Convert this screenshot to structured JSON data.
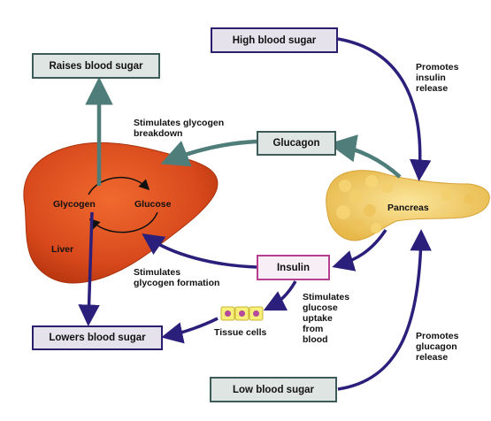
{
  "boxes": {
    "high_blood_sugar": "High blood sugar",
    "raises_blood_sugar": "Raises blood sugar",
    "glucagon": "Glucagon",
    "insulin": "Insulin",
    "lowers_blood_sugar": "Lowers blood sugar",
    "low_blood_sugar": "Low blood sugar"
  },
  "organs": {
    "liver": "Liver",
    "glycogen": "Glycogen",
    "glucose": "Glucose",
    "pancreas": "Pancreas",
    "tissue_cells": "Tissue cells"
  },
  "annotations": {
    "promotes_insulin_release": "Promotes\ninsulin\nrelease",
    "stimulates_glycogen_breakdown": "Stimulates glycogen\nbreakdown",
    "stimulates_glycogen_formation": "Stimulates\nglycogen formation",
    "stimulates_glucose_uptake": "Stimulates\nglucose\nuptake\nfrom\nblood",
    "promotes_glucagon_release": "Promotes\nglucagon\nrelease"
  },
  "colors": {
    "insulin_pathway": "#2a1f7a",
    "glucagon_pathway": "#4f7e7a",
    "liver": "#d8491c",
    "pancreas": "#f0cc62",
    "insulin_border": "#b4408f"
  }
}
